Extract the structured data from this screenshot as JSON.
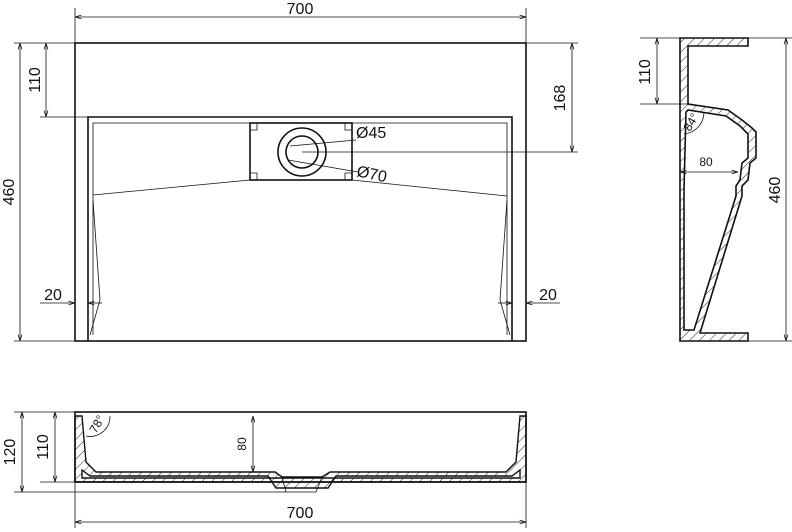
{
  "drawing": {
    "top_view": {
      "width_label": "700",
      "height_label": "460",
      "rim_label": "110",
      "drain_offset_label": "168",
      "hole_small_label": "Ø45",
      "hole_large_label": "Ø70",
      "left_wall_label": "20",
      "right_wall_label": "20"
    },
    "side_view": {
      "top_label": "110",
      "angle_label": "84°",
      "depth_label": "80",
      "height_label": "460"
    },
    "front_view": {
      "outer_height_label": "120",
      "inner_height_label": "110",
      "angle_label": "78°",
      "depth_label": "80",
      "width_label": "700"
    }
  }
}
